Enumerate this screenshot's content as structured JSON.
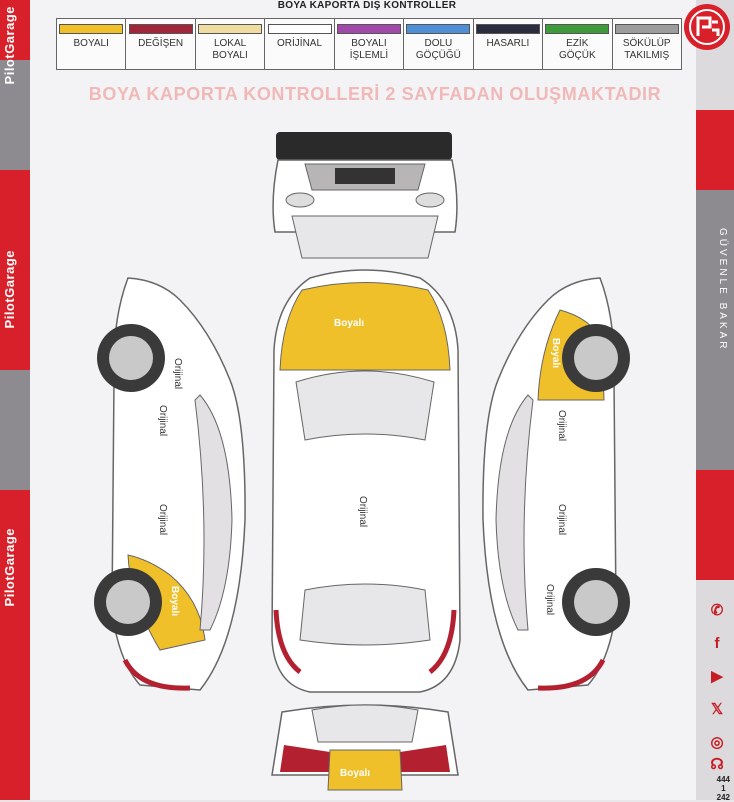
{
  "header": {
    "title": "BOYA KAPORTA DIŞ KONTROLLER"
  },
  "legend": [
    {
      "label": "BOYALI",
      "color": "#f0c02a"
    },
    {
      "label": "DEĞİŞEN",
      "color": "#a1263a"
    },
    {
      "label": "LOKAL\nBOYALI",
      "color": "#f0dba0"
    },
    {
      "label": "ORİJİNAL",
      "color": "#ffffff"
    },
    {
      "label": "BOYALI\nİŞLEMLİ",
      "color": "#a149a8"
    },
    {
      "label": "DOLU\nGÖÇÜĞÜ",
      "color": "#4f8fd6"
    },
    {
      "label": "HASARLI",
      "color": "#2b2d3e"
    },
    {
      "label": "EZİK\nGÖÇÜK",
      "color": "#3f9a3b"
    },
    {
      "label": "SÖKÜLÜP\nTAKILMIŞ",
      "color": "#9c9c9c"
    }
  ],
  "notice": "BOYA KAPORTA KONTROLLERİ 2 SAYFADAN OLUŞMAKTADIR",
  "brand": {
    "name": "PilotGarage",
    "slogan": "GÜVENLE BAKAR"
  },
  "car_labels": {
    "left_front_fender": "Orijinal",
    "left_front_door": "Orijinal",
    "left_rear_door": "Orijinal",
    "left_rear_fender": "Boyalı",
    "hood": "Boyalı",
    "roof": "Orijinal",
    "trunk": "Boyalı",
    "right_front_fender": "Boyalı",
    "right_front_door": "Orijinal",
    "right_rear_door": "Orijinal",
    "right_rear_fender": "Orijinal"
  },
  "social": {
    "icons": [
      "whatsapp-icon",
      "facebook-icon",
      "youtube-icon",
      "x-icon",
      "instagram-icon",
      "headset-icon"
    ],
    "glyphs": [
      "✆",
      "f",
      "▶",
      "𝕏",
      "◎",
      "☊"
    ],
    "phone": "444\n1\n242"
  },
  "colors": {
    "accent": "#d8202a",
    "painted": "#f0c02a"
  }
}
